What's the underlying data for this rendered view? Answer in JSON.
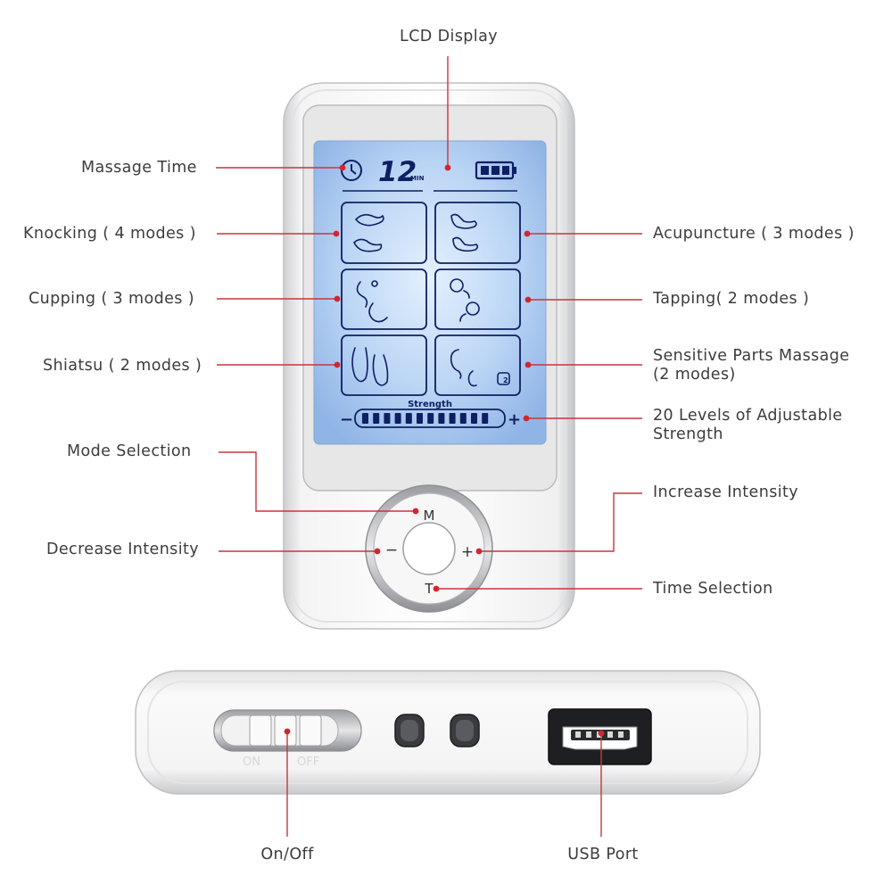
{
  "lcd": {
    "time_value": "12",
    "time_unit": "MIN",
    "strength_label": "Strength",
    "strength_minus": "−",
    "strength_plus": "+",
    "strength_bars_lit": 12
  },
  "keypad": {
    "mode_key": "M",
    "minus_key": "−",
    "plus_key": "+",
    "time_key": "T"
  },
  "lcd_badge": "2",
  "switch_text": {
    "on": "ON",
    "off": "OFF"
  },
  "callouts": {
    "lcd_display": "LCD Display",
    "massage_time": "Massage Time",
    "knocking": "Knocking ( 4 modes )",
    "cupping": "Cupping ( 3 modes )",
    "shiatsu": "Shiatsu ( 2 modes )",
    "acupuncture": "Acupuncture ( 3 modes )",
    "tapping": "Tapping( 2 modes )",
    "sensitive_line1": "Sensitive Parts Massage",
    "sensitive_line2": "(2 modes)",
    "strength_line1": "20 Levels of Adjustable",
    "strength_line2": "Strength",
    "mode_selection": "Mode Selection",
    "decrease_intensity": "Decrease Intensity",
    "increase_intensity": "Increase Intensity",
    "time_selection": "Time Selection",
    "on_off": "On/Off",
    "usb_port": "USB Port"
  },
  "colors": {
    "leader": "#c9353a",
    "lcd_background": "#bcd6f5",
    "lcd_ink": "#0f1f63",
    "device_body": "#f2f2f3"
  }
}
